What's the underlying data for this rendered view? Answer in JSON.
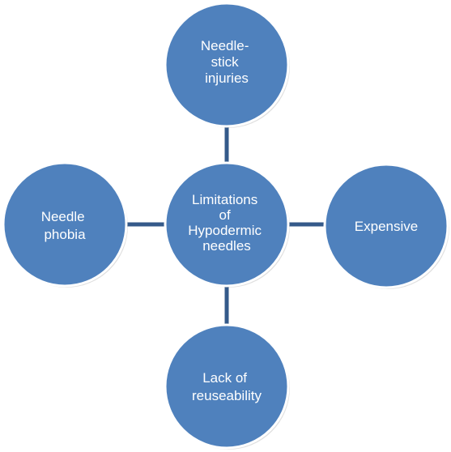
{
  "diagram": {
    "type": "radial-hub",
    "colors": {
      "node_fill": "#4f81bd",
      "node_border": "#ffffff",
      "connector": "#345a8a",
      "text": "#ffffff",
      "background": "#ffffff"
    },
    "center": {
      "lines": [
        "Limitations",
        "of",
        "Hypodermic",
        "needles"
      ]
    },
    "top": {
      "lines": [
        "Needle-",
        "stick",
        "injuries"
      ]
    },
    "left": {
      "lines": [
        "Needle",
        "phobia"
      ]
    },
    "right": {
      "lines": [
        "Expensive"
      ]
    },
    "bottom": {
      "lines": [
        "Lack of",
        "reuseability"
      ]
    }
  }
}
